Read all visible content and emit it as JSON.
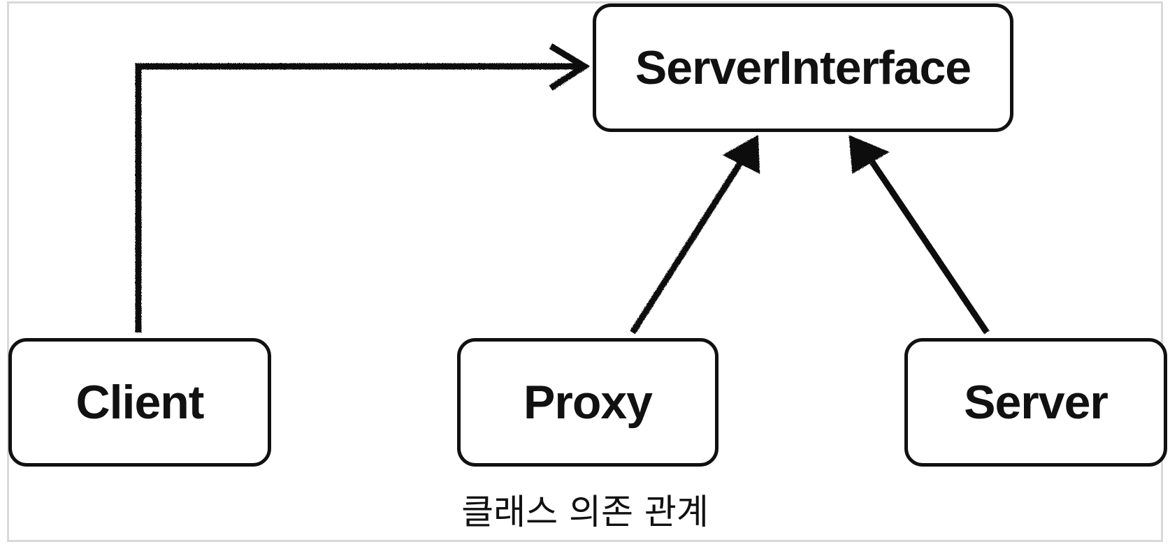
{
  "nodes": {
    "server_interface": "ServerInterface",
    "client": "Client",
    "proxy": "Proxy",
    "server": "Server"
  },
  "caption": "클래스 의존 관계",
  "edges": [
    {
      "from": "Client",
      "to": "ServerInterface"
    },
    {
      "from": "Proxy",
      "to": "ServerInterface"
    },
    {
      "from": "Server",
      "to": "ServerInterface"
    }
  ],
  "colors": {
    "stroke": "#111111",
    "frame": "#d9d9d9",
    "background": "#ffffff"
  }
}
